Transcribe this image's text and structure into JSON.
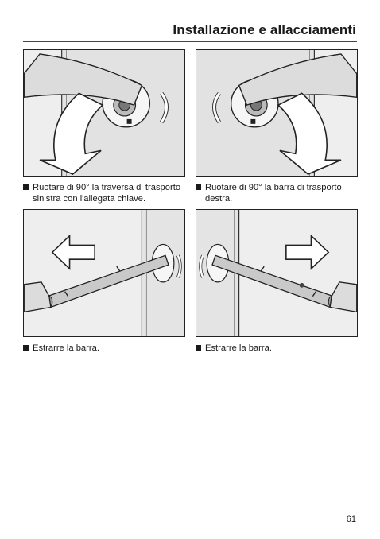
{
  "header": {
    "title": "Installazione e allacciamenti"
  },
  "steps": [
    {
      "text": "Ruotare di 90° la traversa di trasporto sinistra con l'allegata chiave."
    },
    {
      "text": "Ruotare di 90° la barra di trasporto destra."
    },
    {
      "text": "Estrarre la barra."
    },
    {
      "text": "Estrarre la barra."
    }
  ],
  "footer": {
    "page_number": "61"
  }
}
